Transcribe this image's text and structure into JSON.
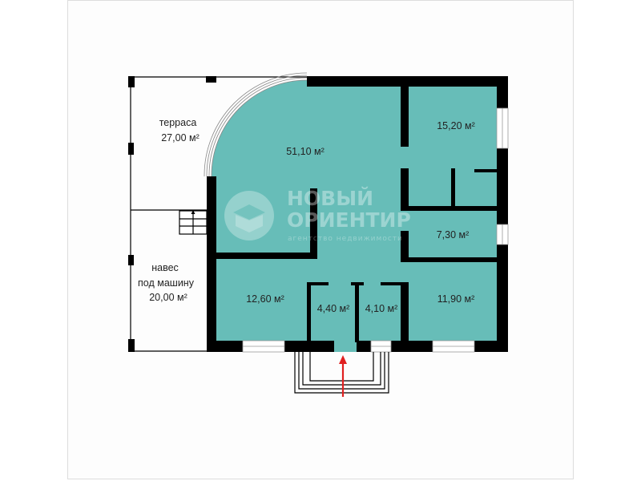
{
  "plan": {
    "colors": {
      "floor": "#67bdb8",
      "wall": "#000000",
      "arrow": "#e02020"
    },
    "rooms": [
      {
        "id": "terrace",
        "name": "терраса",
        "area": "27,00 м²"
      },
      {
        "id": "carport",
        "name_line1": "навес",
        "name_line2": "под машину",
        "area": "20,00 м²"
      },
      {
        "id": "living",
        "area": "51,10 м²"
      },
      {
        "id": "bedroom-ne",
        "area": "15,20 м²"
      },
      {
        "id": "room-e",
        "area": "7,30 м²"
      },
      {
        "id": "room-sw",
        "area": "12,60 м²"
      },
      {
        "id": "bath-1",
        "area": "4,40 м²"
      },
      {
        "id": "bath-2",
        "area": "4,10 м²"
      },
      {
        "id": "room-se",
        "area": "11,90 м²"
      }
    ]
  },
  "watermark": {
    "line1": "НОВЫЙ",
    "line2": "ОРИЕНТИР",
    "tagline": "агентство недвижимости"
  }
}
